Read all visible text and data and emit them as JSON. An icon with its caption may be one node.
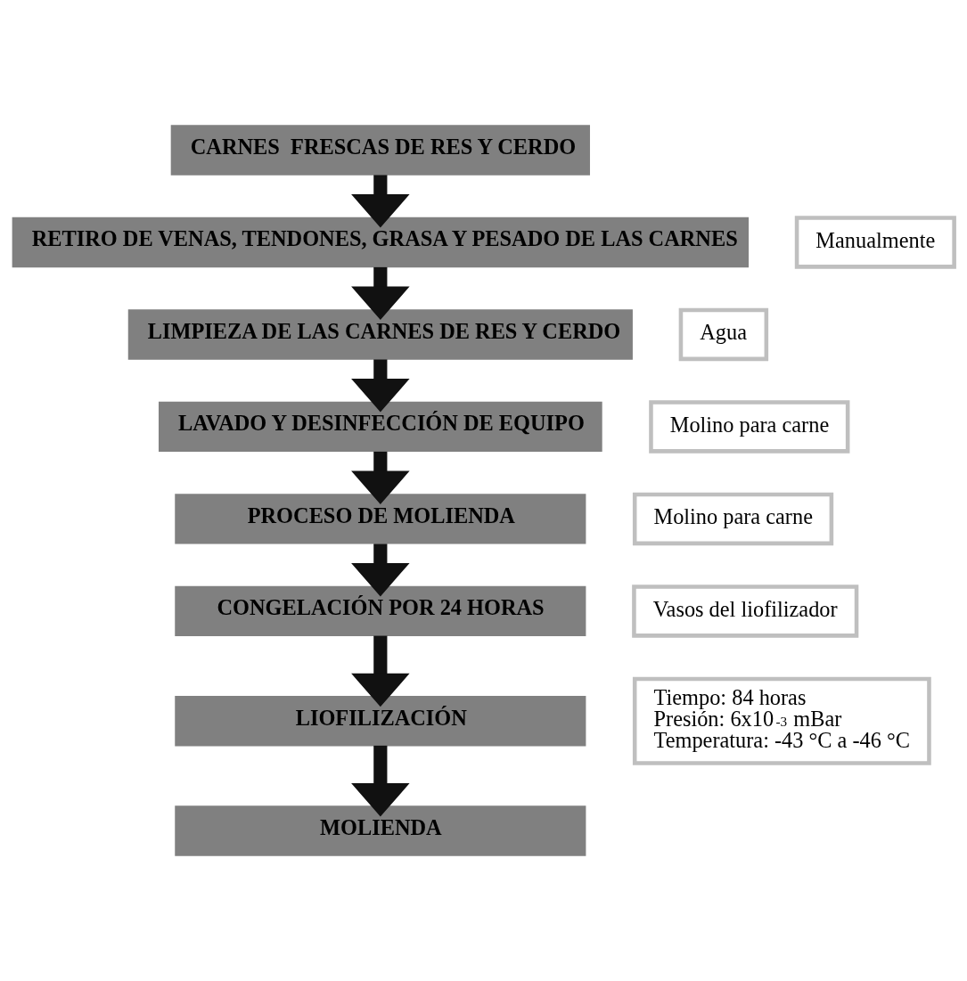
{
  "diagram": {
    "nodes": [
      {
        "text": [
          "CARNES  FRESCAS DE RES Y CERDO"
        ]
      },
      {
        "text": [
          "RETIRO DE VENAS, TENDONES, GRASA Y PESADO DE LAS CARNES"
        ]
      },
      {
        "text": [
          "Manualmente"
        ]
      },
      {
        "text": [
          "LIMPIEZA DE LAS CARNES DE RES Y CERDO"
        ]
      },
      {
        "text": [
          "Agua"
        ]
      },
      {
        "text": [
          "LAVADO Y DESINFECCIÓN DE EQUIPO"
        ]
      },
      {
        "text": [
          "Molino para carne"
        ]
      },
      {
        "text": [
          "PROCESO DE MOLIENDA"
        ]
      },
      {
        "text": [
          "Molino para carne"
        ]
      },
      {
        "text": [
          "CONGELACIÓN POR 24 HORAS"
        ]
      },
      {
        "text": [
          "Vasos del liofilizador"
        ]
      },
      {
        "text": [
          "LIOFILIZACIÓN"
        ]
      },
      {
        "text": [
          "Tiempo: 84 horas",
          "Presión: 6x10$^{-3}$ mBar",
          "Temperatura: -43 °C a -46 °C"
        ]
      },
      {
        "text": [
          "MOLIENDA"
        ]
      }
    ],
    "edges": [
      {
        "from": 0,
        "to": 1,
        "arrow": "to"
      },
      {
        "from": 1,
        "to": 3,
        "arrow": "to"
      },
      {
        "from": 3,
        "to": 5,
        "arrow": "to"
      },
      {
        "from": 5,
        "to": 7,
        "arrow": "to"
      },
      {
        "from": 7,
        "to": 9,
        "arrow": "to"
      },
      {
        "from": 9,
        "to": 11,
        "arrow": "to"
      },
      {
        "from": 11,
        "to": 13,
        "arrow": "to"
      }
    ]
  }
}
